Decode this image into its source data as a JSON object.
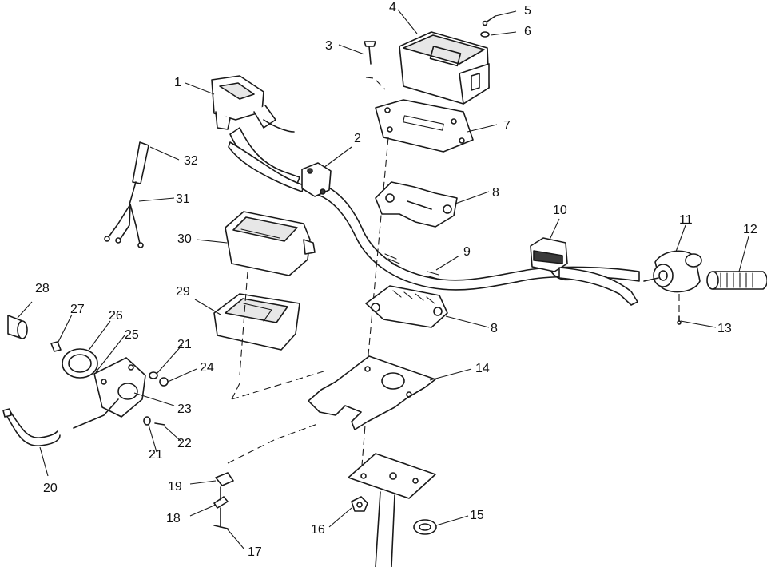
{
  "callouts": [
    {
      "id": "1",
      "label": "1"
    },
    {
      "id": "2",
      "label": "2"
    },
    {
      "id": "3",
      "label": "3"
    },
    {
      "id": "4",
      "label": "4"
    },
    {
      "id": "5",
      "label": "5"
    },
    {
      "id": "6",
      "label": "6"
    },
    {
      "id": "7",
      "label": "7"
    },
    {
      "id": "8a",
      "label": "8"
    },
    {
      "id": "8b",
      "label": "8"
    },
    {
      "id": "9",
      "label": "9"
    },
    {
      "id": "10",
      "label": "10"
    },
    {
      "id": "11",
      "label": "11"
    },
    {
      "id": "12",
      "label": "12"
    },
    {
      "id": "13",
      "label": "13"
    },
    {
      "id": "14",
      "label": "14"
    },
    {
      "id": "15",
      "label": "15"
    },
    {
      "id": "16",
      "label": "16"
    },
    {
      "id": "17",
      "label": "17"
    },
    {
      "id": "18",
      "label": "18"
    },
    {
      "id": "19",
      "label": "19"
    },
    {
      "id": "20",
      "label": "20"
    },
    {
      "id": "21a",
      "label": "21"
    },
    {
      "id": "21b",
      "label": "21"
    },
    {
      "id": "22",
      "label": "22"
    },
    {
      "id": "23",
      "label": "23"
    },
    {
      "id": "24",
      "label": "24"
    },
    {
      "id": "25",
      "label": "25"
    },
    {
      "id": "26",
      "label": "26"
    },
    {
      "id": "27",
      "label": "27"
    },
    {
      "id": "28",
      "label": "28"
    },
    {
      "id": "29",
      "label": "29"
    },
    {
      "id": "30",
      "label": "30"
    },
    {
      "id": "31",
      "label": "31"
    },
    {
      "id": "32",
      "label": "32"
    }
  ]
}
